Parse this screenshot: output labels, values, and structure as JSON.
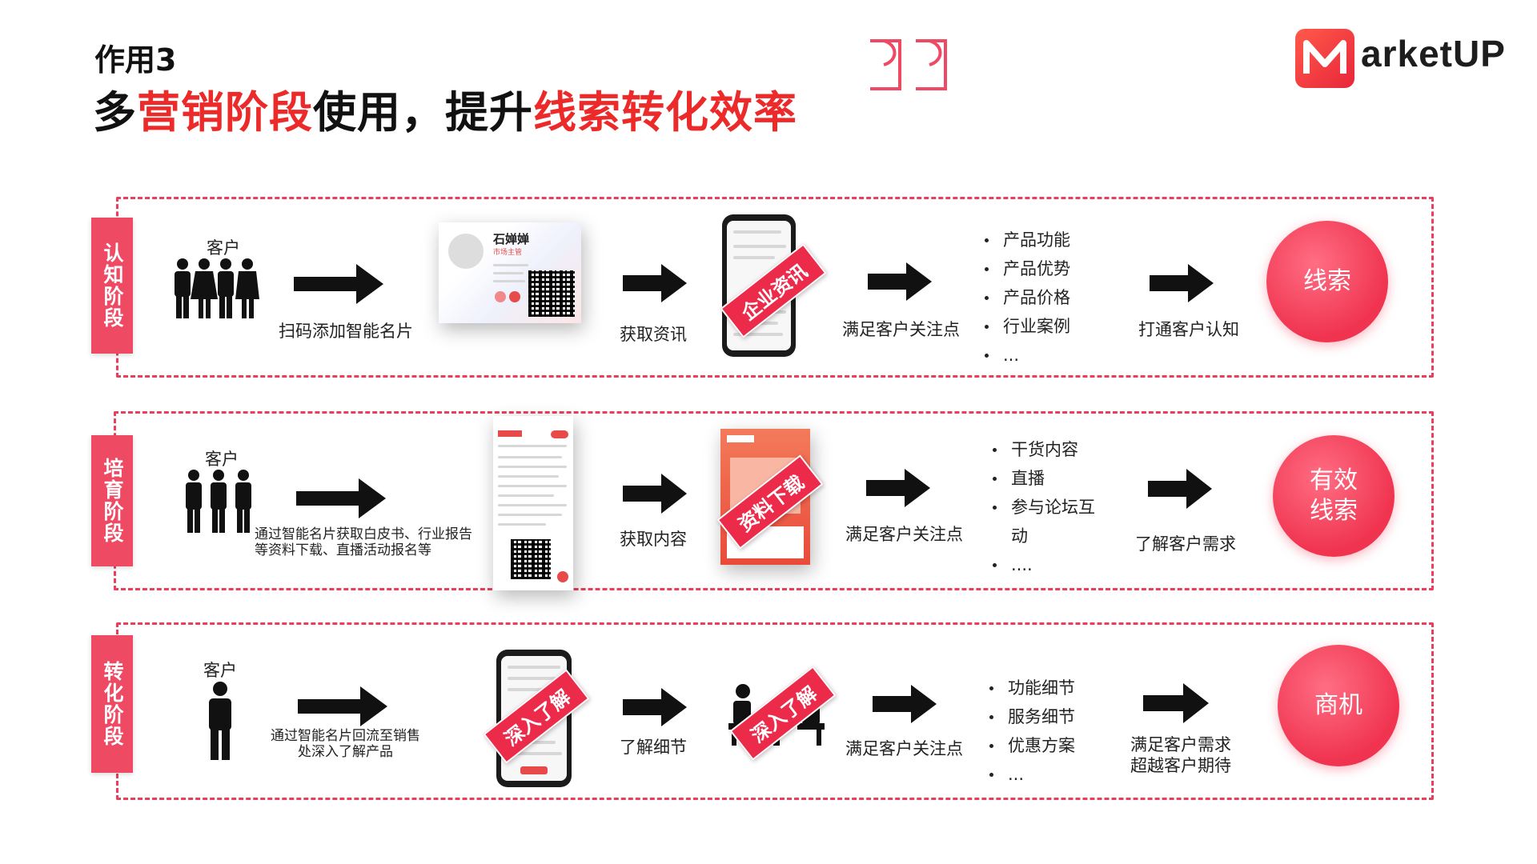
{
  "header": {
    "subtitle": "作用3",
    "title_parts": [
      "多",
      "营销阶段",
      "使用，提升",
      "线索转化效率"
    ]
  },
  "brand": {
    "logo_text": "arketUP",
    "accent": "#ec2a2a"
  },
  "stages": [
    {
      "tab": "认知阶段",
      "customer_label": "客户",
      "step1_label": "扫码添加智能名片",
      "card_name": "石婵婵",
      "card_role": "市场主管",
      "step2_label": "获取资讯",
      "phone_banner": "企业资讯",
      "step3_label": "满足客户关注点",
      "bullets": [
        "产品功能",
        "产品优势",
        "产品价格",
        "行业案例",
        "..."
      ],
      "step4_label": "打通客户认知",
      "result": "线索"
    },
    {
      "tab": "培育阶段",
      "customer_label": "客户",
      "step1_label_line1": "通过智能名片获取白皮书、行业报告",
      "step1_label_line2": "等资料下载、直播活动报名等",
      "step2_label": "获取内容",
      "doc_banner": "资料下载",
      "step3_label": "满足客户关注点",
      "bullets": [
        "干货内容",
        "直播",
        "参与论坛互",
        "动",
        "...."
      ],
      "step4_label": "了解客户需求",
      "result_line1": "有效",
      "result_line2": "线索"
    },
    {
      "tab": "转化阶段",
      "customer_label": "客户",
      "step1_label_line1": "通过智能名片回流至销售",
      "step1_label_line2": "处深入了解产品",
      "phone_banner": "深入了解",
      "step2_label": "了解细节",
      "meeting_banner": "深入了解",
      "step3_label": "满足客户关注点",
      "bullets": [
        "功能细节",
        "服务细节",
        "优惠方案",
        "..."
      ],
      "step4_label_line1": "满足客户需求",
      "step4_label_line2": "超越客户期待",
      "result": "商机"
    }
  ]
}
